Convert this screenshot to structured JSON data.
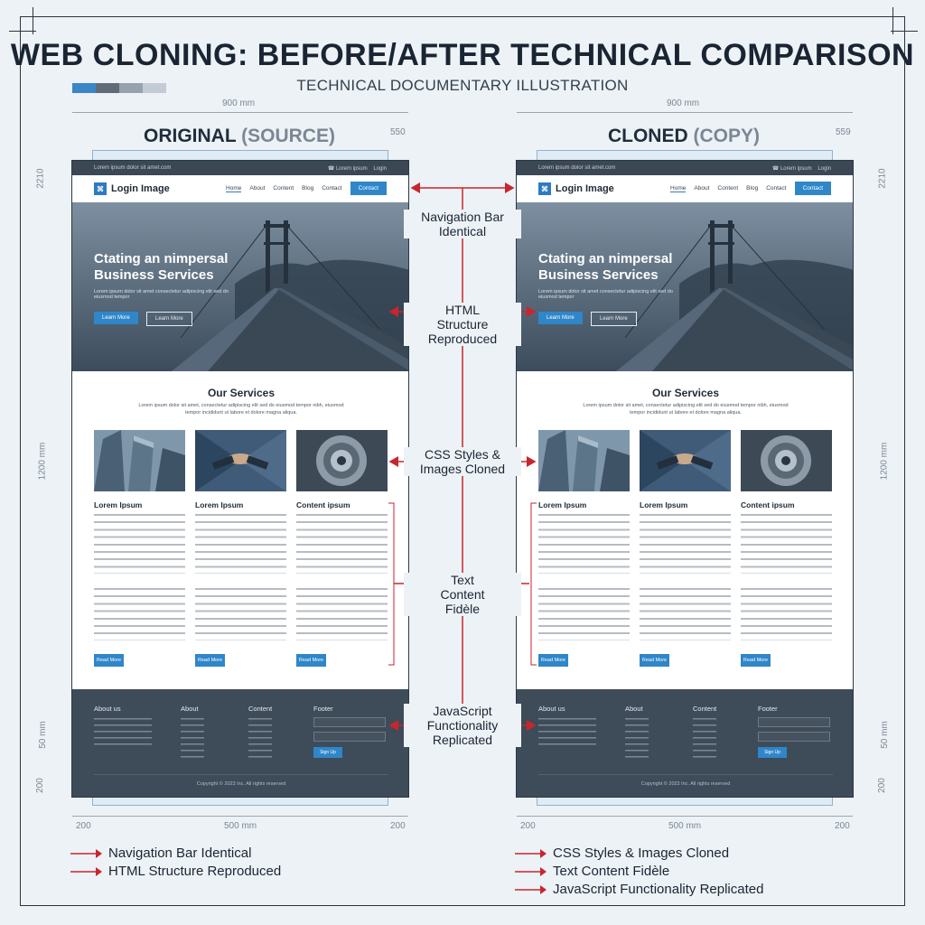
{
  "title": "WEB CLONING: BEFORE/AFTER TECHNICAL COMPARISON",
  "subtitle": "TECHNICAL DOCUMENTARY ILLUSTRATION",
  "colors": {
    "accent_red": "#c8262d",
    "brand_blue": "#2f86c8",
    "dark_slate": "#3e4b58"
  },
  "dimensions": {
    "width_label": "900 mm",
    "small_label_left": "550",
    "small_label_right": "559",
    "height_top": "2210",
    "height_main": "1200 mm",
    "height_foot": "50 mm",
    "height_bottom": "200",
    "bottom_left": "200",
    "bottom_mid": "500 mm",
    "bottom_right": "200"
  },
  "panels": [
    {
      "title_main": "ORIGINAL",
      "title_muted": "(SOURCE)",
      "topbar_left": "Lorem ipsum dolor sit amet.com",
      "topbar_right": "☎ Lorem ipsum",
      "topbar_right2": "Login",
      "logo_glyph": "⌘",
      "logo": "Login Image",
      "nav": [
        "Home",
        "About",
        "Content",
        "Blog",
        "Contact"
      ],
      "nav_cta": "Contact",
      "hero_title": "Ctating an nimpersal Business Services",
      "hero_sub": "Lorem ipsum dolor sit amet consectetur adipiscing elit sed do eiusmod tempor",
      "hero_btn1": "Learn More",
      "hero_btn2": "Learn More",
      "services_title": "Our Services",
      "services_sub": "Lorem ipsum dolor sit amet, consectetur adipiscing elit sed do eiusmod tempor nibh, eiusmod tempor incididunt ut labore et dolore magna aliqua.",
      "cards": [
        {
          "heading": "Lorem Ipsum",
          "button": "Read More"
        },
        {
          "heading": "Lorem Ipsum",
          "button": "Read More"
        },
        {
          "heading": "Content ipsum",
          "button": "Read More"
        }
      ],
      "footer": {
        "col1": "About us",
        "col2": "About",
        "col3": "Content",
        "col4": "Footer",
        "button": "Sign Up",
        "copyright": "Copyright © 2023 Inc. All rights reserved"
      }
    },
    {
      "title_main": "CLONED",
      "title_muted": "(COPY)",
      "topbar_left": "Lorem ipsum dolor sit amet.com",
      "topbar_right": "☎ Lorem ipsum",
      "topbar_right2": "Login",
      "logo_glyph": "⌘",
      "logo": "Login Image",
      "nav": [
        "Home",
        "About",
        "Content",
        "Blog",
        "Contact"
      ],
      "nav_cta": "Contact",
      "hero_title": "Ctating an nimpersal Business Services",
      "hero_sub": "Lorem ipsum dolor sit amet consectetur adipiscing elit sed do eiusmod tempor",
      "hero_btn1": "Learn More",
      "hero_btn2": "Learn More",
      "services_title": "Our Services",
      "services_sub": "Lorem ipsum dolor sit amet, consectetur adipiscing elit sed do eiusmod tempor nibh, eiusmod tempor incididunt ut labore et dolore magna aliqua.",
      "cards": [
        {
          "heading": "Lorem Ipsum",
          "button": "Read More"
        },
        {
          "heading": "Lorem Ipsum",
          "button": "Read More"
        },
        {
          "heading": "Content ipsum",
          "button": "Read More"
        }
      ],
      "footer": {
        "col1": "About us",
        "col2": "About",
        "col3": "Content",
        "col4": "Footer",
        "button": "Sign Up",
        "copyright": "Copyright © 2023 Inc. All rights reserved"
      }
    }
  ],
  "callouts": [
    "Navigation Bar Identical",
    "HTML Structure Reproduced",
    "CSS Styles & Images Cloned",
    "Text Content Fidèle",
    "JavaScript Functionality Replicated"
  ],
  "legend_left": [
    "Navigation Bar Identical",
    "HTML Structure Reproduced"
  ],
  "legend_right": [
    "CSS Styles & Images Cloned",
    "Text Content Fidèle",
    "JavaScript Functionality Replicated"
  ]
}
